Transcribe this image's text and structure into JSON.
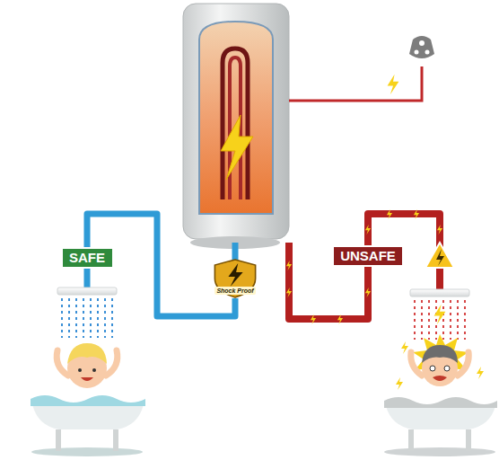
{
  "diagram": {
    "nodes": [
      {
        "text": [
          "SAFE"
        ]
      },
      {
        "text": [
          "Shock Proof"
        ]
      },
      {
        "text": [
          "UNSAFE"
        ]
      }
    ],
    "edges": [
      {
        "from": 1,
        "to": 0,
        "arrow": "none"
      }
    ]
  }
}
